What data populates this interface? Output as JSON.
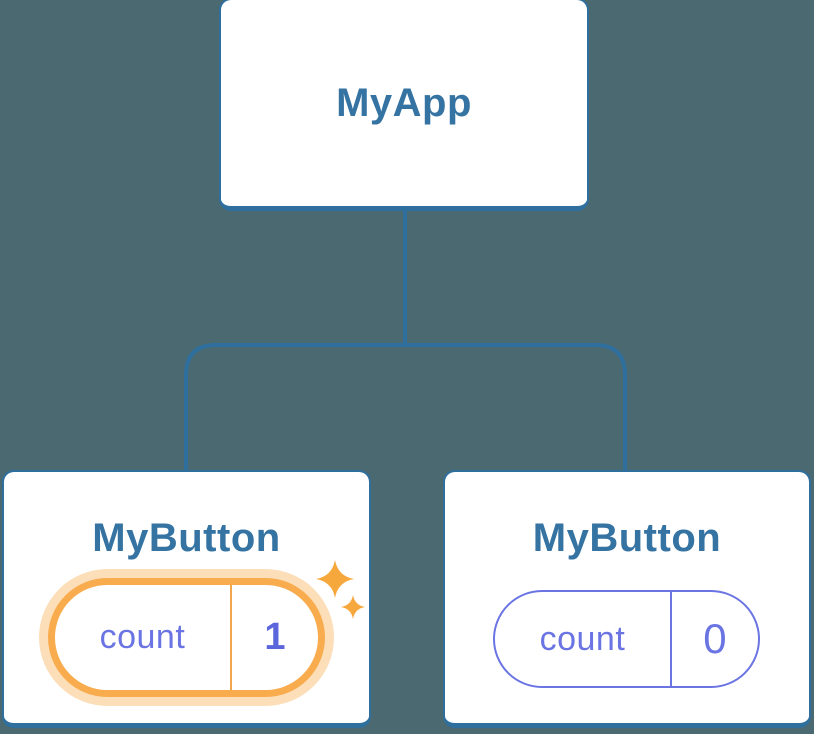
{
  "diagram": {
    "description": "React component tree diagram",
    "root": {
      "label": "MyApp"
    },
    "children": [
      {
        "label": "MyButton",
        "highlighted": true,
        "state": {
          "key": "count",
          "value": "1"
        }
      },
      {
        "label": "MyButton",
        "highlighted": false,
        "state": {
          "key": "count",
          "value": "0"
        }
      }
    ]
  },
  "colors": {
    "background": "#4B6971",
    "node_border_blue": "#2E6F9E",
    "node_title_blue": "#3573A2",
    "state_purple": "#6B74E3",
    "state_value_bold_purple": "#5C66DC",
    "highlight_orange": "#F8AC4E",
    "highlight_halo": "#FCDEB8",
    "sparkle_orange": "#F6A83C",
    "card_background": "#FFFFFF"
  },
  "icons": {
    "sparkle": "four-point-star"
  }
}
